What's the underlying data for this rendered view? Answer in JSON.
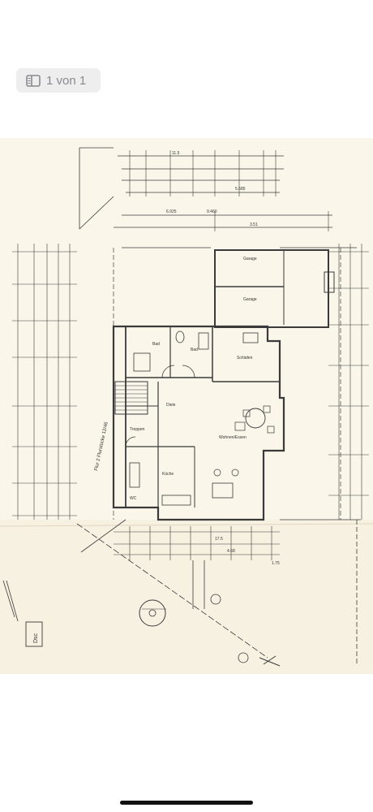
{
  "viewer": {
    "page_indicator": "1 von 1",
    "page_icon": "sidebar-icon"
  },
  "plan": {
    "rooms": {
      "garage": "Garage",
      "bath": "Bad",
      "kitchen": "Küche",
      "hall": "Diele",
      "living": "Wohnen/Essen",
      "bedroom": "Schlafen",
      "stairs": "Treppen",
      "wc": "WC"
    },
    "labels": {
      "side_title": "Flur 2  Flurstücke 12/46",
      "stamp": "Dsc"
    },
    "dims": {
      "top_total": "9.460",
      "top_a": "6.925",
      "top_b": "3.51",
      "top_c": "5.685",
      "top_d": "11.5",
      "bottom_a": "17.5",
      "bottom_b": "4.68",
      "bottom_c": "1.75"
    }
  },
  "colors": {
    "paper": "#fbf6ea",
    "ink": "#3a3a3a",
    "indicator_bg": "#eeeeef",
    "indicator_text": "#8a8a8e"
  }
}
